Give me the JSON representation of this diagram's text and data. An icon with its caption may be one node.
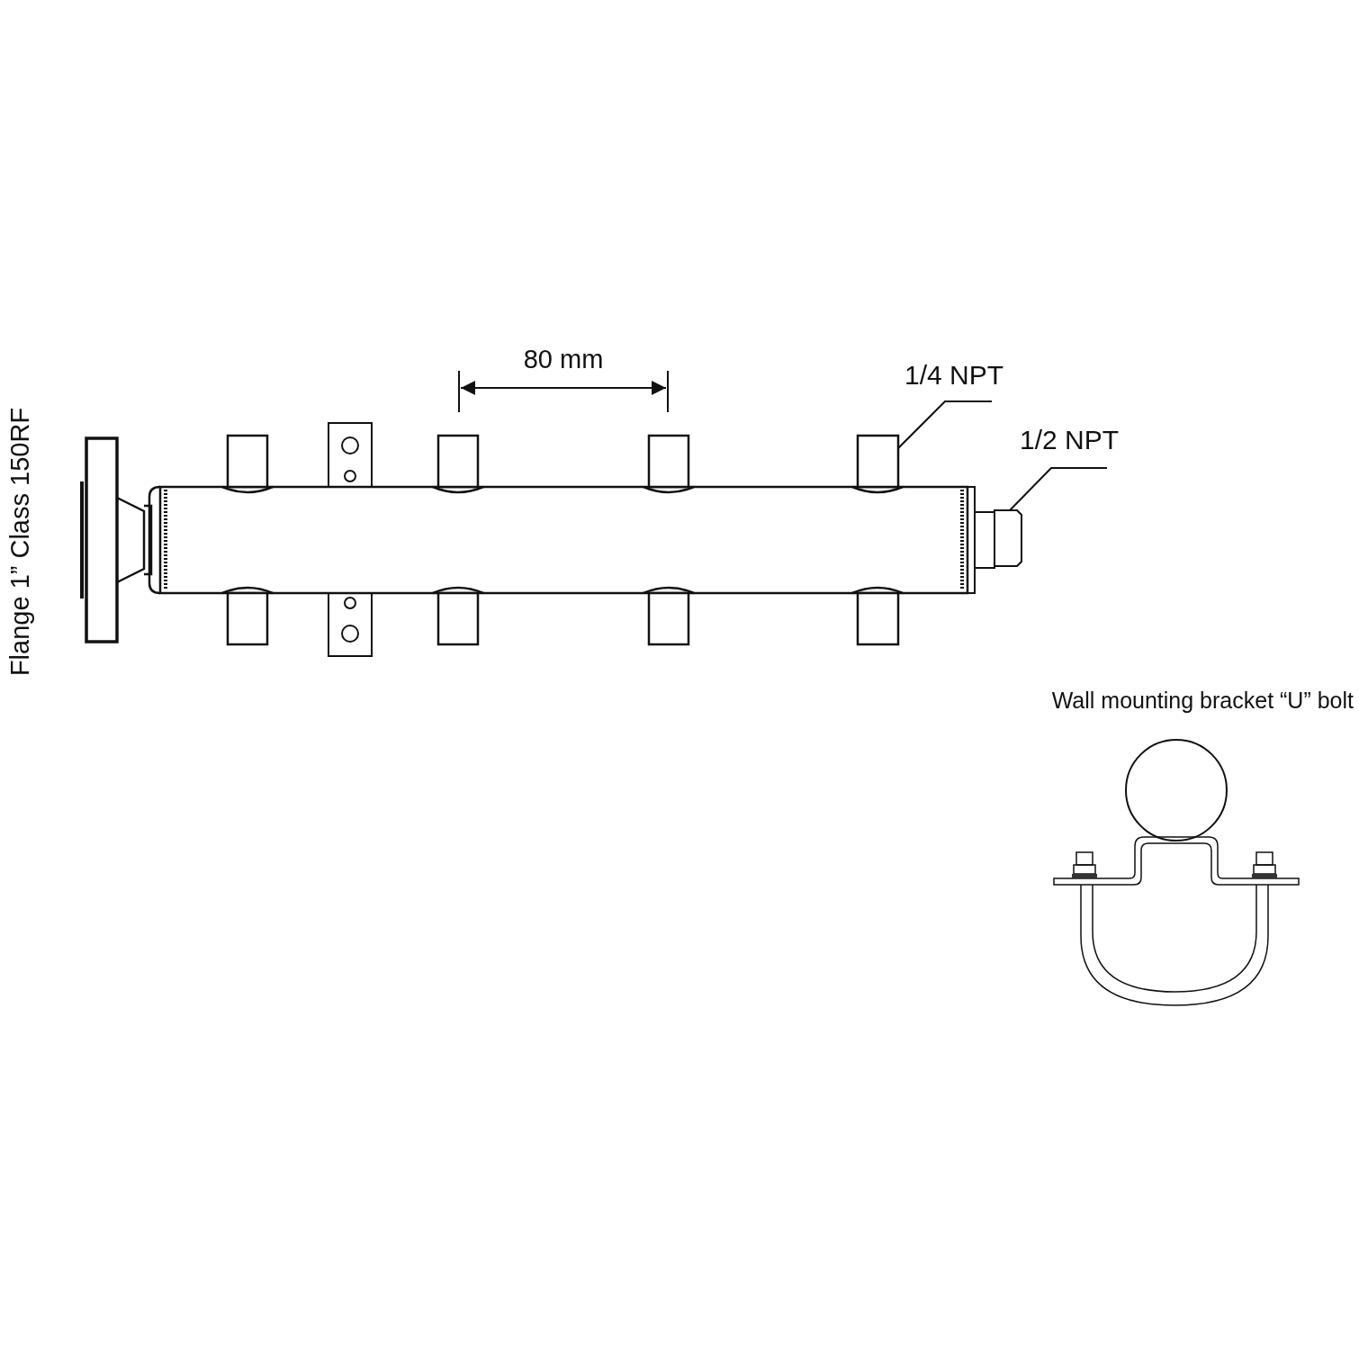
{
  "diagram": {
    "nodes": [
      {
        "text": [
          "1/4 NPT"
        ]
      },
      {
        "text": [
          "1/2 NPT"
        ]
      },
      {
        "text": [],
        "shape": "box"
      },
      {
        "text": [],
        "shape": "box"
      },
      {
        "text": [],
        "shape": "box"
      },
      {
        "text": [],
        "shape": "box"
      },
      {
        "text": [],
        "shape": "box"
      },
      {
        "text": [],
        "shape": "box"
      },
      {
        "text": [],
        "shape": "box"
      },
      {
        "text": [],
        "shape": "box"
      },
      {
        "text": [],
        "shape": "box"
      }
    ],
    "edges": [
      {
        "from": 0,
        "to": 5,
        "arrow": "none"
      },
      {
        "from": 1,
        "to": 10,
        "arrow": "none"
      }
    ],
    "labels": [
      "80 mm",
      "Flange 1” Class 150RF",
      "Wall mounting bracket “U” bolt"
    ]
  }
}
